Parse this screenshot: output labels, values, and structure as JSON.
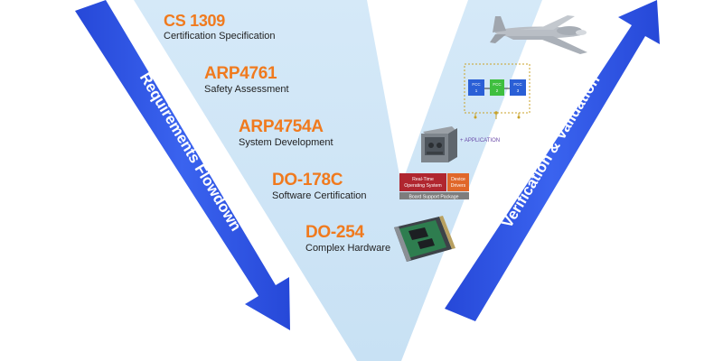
{
  "standards": [
    {
      "code": "CS 1309",
      "desc": "Certification Specification"
    },
    {
      "code": "ARP4761",
      "desc": "Safety Assessment"
    },
    {
      "code": "ARP4754A",
      "desc": "System Development"
    },
    {
      "code": "DO-178C",
      "desc": "Software Certification"
    },
    {
      "code": "DO-254",
      "desc": "Complex Hardware"
    }
  ],
  "arrows": {
    "left": "Requirements Flowdown",
    "right": "Verification & Validation"
  },
  "fcc": {
    "boxes": [
      {
        "line1": "FCC",
        "line2": "1"
      },
      {
        "line1": "FCC",
        "line2": "2"
      },
      {
        "line1": "FCC",
        "line2": "3"
      }
    ]
  },
  "application_label": "+ APPLICATION",
  "software_stack": {
    "rtos": "Real-Time Operating System",
    "drivers": "Device Drivers",
    "bsp": "Board Support Package"
  },
  "colors": {
    "v_fill": "#cfe6f7",
    "arrow_blue": "#2f55e6",
    "standard_orange": "#f07a1e",
    "fcc_blue": "#2a5fd6",
    "fcc_green": "#3fbf3f",
    "rtos_red": "#b0262f",
    "drivers_orange": "#e0672a",
    "bsp_gray": "#7d7d7d",
    "application_purple": "#6a4aa8"
  }
}
